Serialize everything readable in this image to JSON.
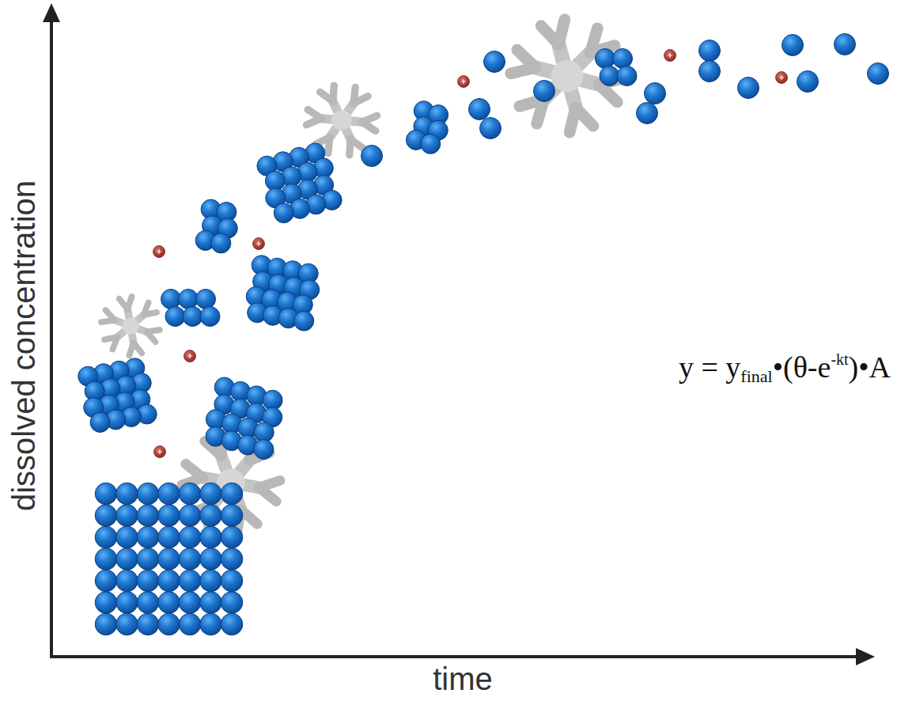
{
  "diagram": {
    "labels": [
      "dissolved concentration",
      "time",
      "y = y",
      "final",
      "•(θ-e",
      "-kt",
      ")•A"
    ]
  }
}
